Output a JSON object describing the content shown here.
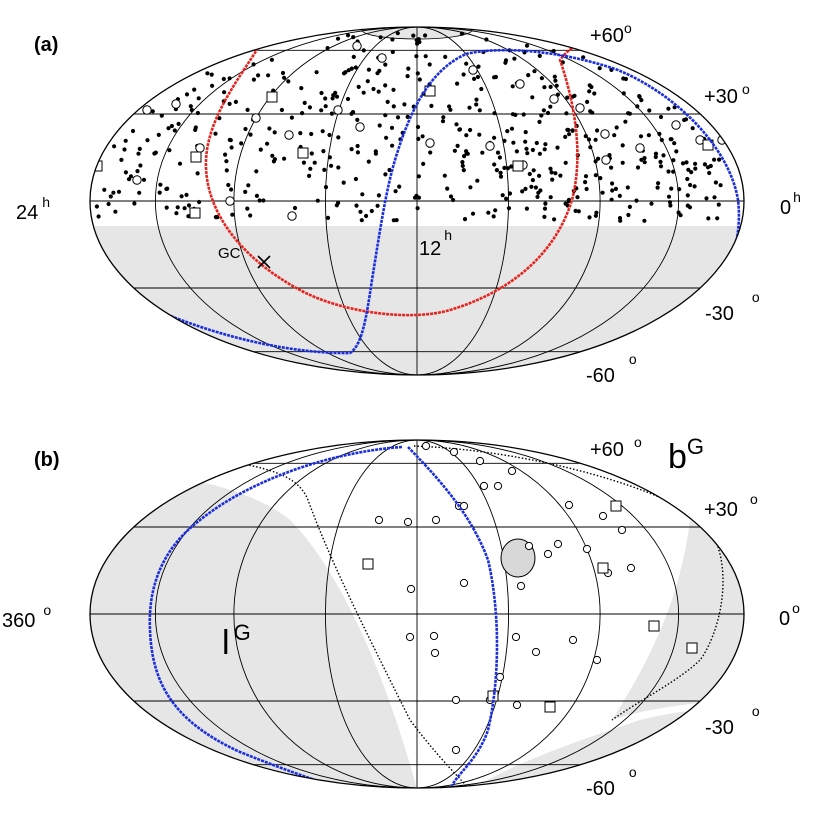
{
  "panel_a": {
    "tag": "(a)",
    "dec_labels": [
      {
        "text": "+60",
        "unit": "o"
      },
      {
        "text": "+30",
        "unit": "o"
      },
      {
        "text": "0",
        "unit": "h"
      },
      {
        "text": "24",
        "unit": "h"
      },
      {
        "text": "12",
        "unit": "h"
      },
      {
        "text": "-30",
        "unit": "o"
      },
      {
        "text": "-60",
        "unit": "o"
      }
    ],
    "gc_label": "GC",
    "colors": {
      "shade": "#e6e6e6",
      "red": "#e8221c",
      "blue": "#1a2ee0"
    }
  },
  "panel_b": {
    "tag": "(b)",
    "labels": [
      {
        "text": "+60",
        "unit": "o"
      },
      {
        "text": "+30",
        "unit": "o"
      },
      {
        "text": "0",
        "unit": "o"
      },
      {
        "text": "360",
        "unit": "o"
      },
      {
        "text": "-30",
        "unit": "o"
      },
      {
        "text": "-60",
        "unit": "o"
      }
    ],
    "lat_axis": {
      "text": "b",
      "sup": "G"
    },
    "lon_axis": {
      "text": "l",
      "sup": "G"
    },
    "colors": {
      "shade": "#e6e6e6",
      "blue": "#1a2ee0"
    }
  }
}
